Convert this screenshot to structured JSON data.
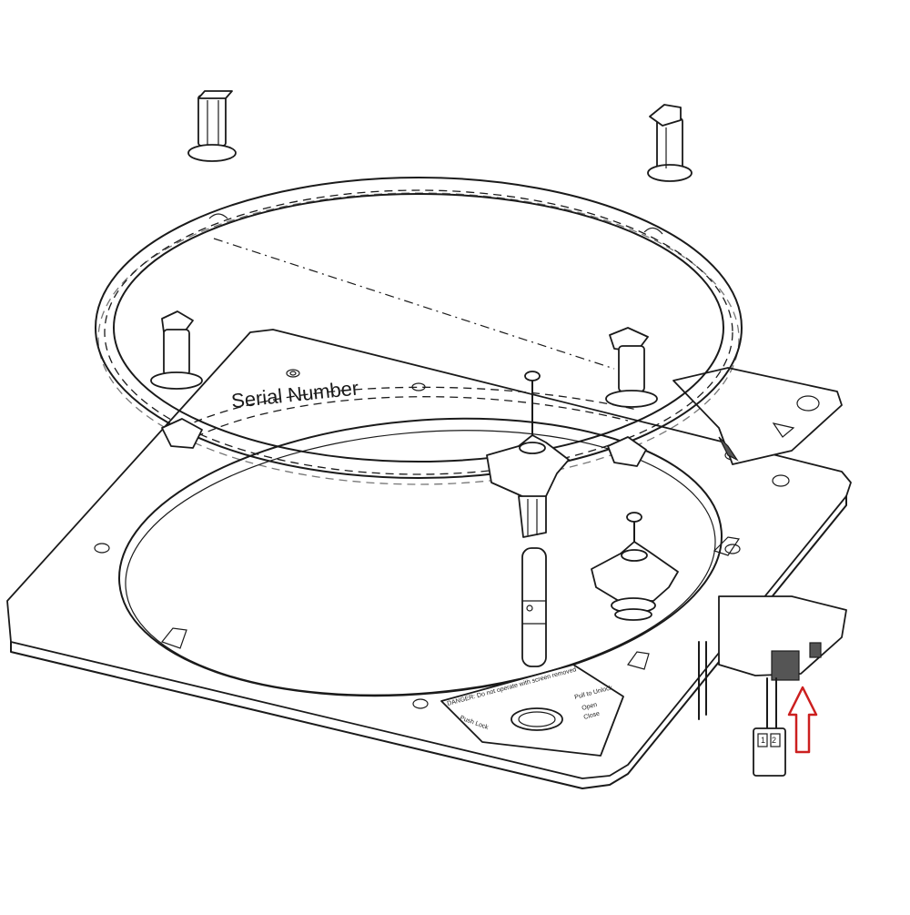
{
  "labels": {
    "serial_number": "Serial Number",
    "danger_text": "DANGER: Do not operate with screen removed",
    "pull_to_unlock": "Pull to Unlock",
    "push_lock": "Push Lock",
    "open": "Open",
    "close": "Close",
    "pin_1": "1",
    "pin_2": "2"
  },
  "colors": {
    "line": "#1a1a1a",
    "arrow": "#cc1f1f",
    "background": "#ffffff"
  },
  "icons": [
    "latch-clip-icon",
    "knob-icon",
    "connector-icon",
    "callout-arrow-icon"
  ]
}
